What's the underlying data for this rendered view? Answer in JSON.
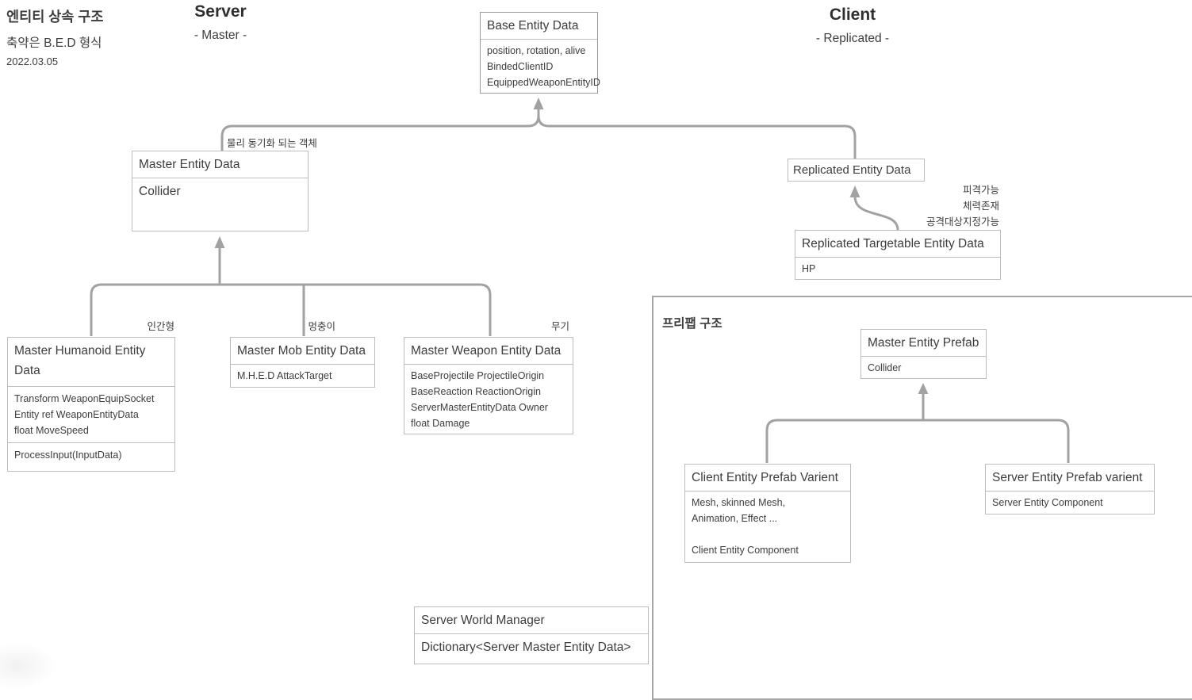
{
  "colors": {
    "connector": "#a2a2a2",
    "node_border": "#bdbdbd",
    "base_node_border": "#9a9a9a",
    "section_border": "#a6a6a6",
    "text": "#3d3d3d"
  },
  "title_block": {
    "title": "엔티티 상속 구조",
    "subtitle": "축약은 B.E.D 형식",
    "date": "2022.03.05"
  },
  "headings": {
    "server": {
      "title": "Server",
      "subtitle": "- Master -"
    },
    "client": {
      "title": "Client",
      "subtitle": "- Replicated -"
    }
  },
  "sections": {
    "prefab": {
      "title": "프리팹 구조"
    }
  },
  "annotations": {
    "physics_sync": "물리 동기화 되는 객체",
    "humanoid": "인간형",
    "mob": "멍충이",
    "weapon": "무기",
    "targetable_notes": [
      "피격가능",
      "체력존재",
      "공격대상지정가능"
    ]
  },
  "nodes": {
    "base_entity_data": {
      "title": "Base Entity Data",
      "fields": [
        "position, rotation, alive",
        "BindedClientID",
        "EquippedWeaponEntityID"
      ]
    },
    "master_entity_data": {
      "title": "Master Entity Data",
      "fields": [
        "Collider"
      ]
    },
    "replicated_entity_data": {
      "title": "Replicated Entity Data"
    },
    "replicated_targetable_entity_data": {
      "title": "Replicated Targetable Entity Data",
      "fields": [
        "HP"
      ]
    },
    "master_humanoid_entity_data": {
      "title": "Master Humanoid Entity Data",
      "fields": [
        "Transform WeaponEquipSocket",
        "Entity ref WeaponEntityData",
        "float MoveSpeed"
      ],
      "methods": [
        "ProcessInput(InputData)"
      ]
    },
    "master_mob_entity_data": {
      "title": "Master Mob Entity Data",
      "fields": [
        "M.H.E.D AttackTarget"
      ]
    },
    "master_weapon_entity_data": {
      "title": "Master Weapon Entity Data",
      "fields": [
        "BaseProjectile ProjectileOrigin",
        "BaseReaction ReactionOrigin",
        "ServerMasterEntityData Owner",
        "float Damage"
      ]
    },
    "master_entity_prefab": {
      "title": "Master Entity Prefab",
      "fields": [
        "Collider"
      ]
    },
    "client_entity_prefab_varient": {
      "title": "Client Entity Prefab Varient",
      "fields": [
        "Mesh, skinned Mesh,",
        "Animation, Effect ...",
        "",
        "Client Entity Component"
      ]
    },
    "server_entity_prefab_varient": {
      "title": "Server Entity Prefab varient",
      "fields": [
        "Server Entity Component"
      ]
    },
    "server_world_manager": {
      "title": "Server World Manager",
      "fields": [
        "Dictionary<Server Master Entity Data>"
      ]
    }
  }
}
